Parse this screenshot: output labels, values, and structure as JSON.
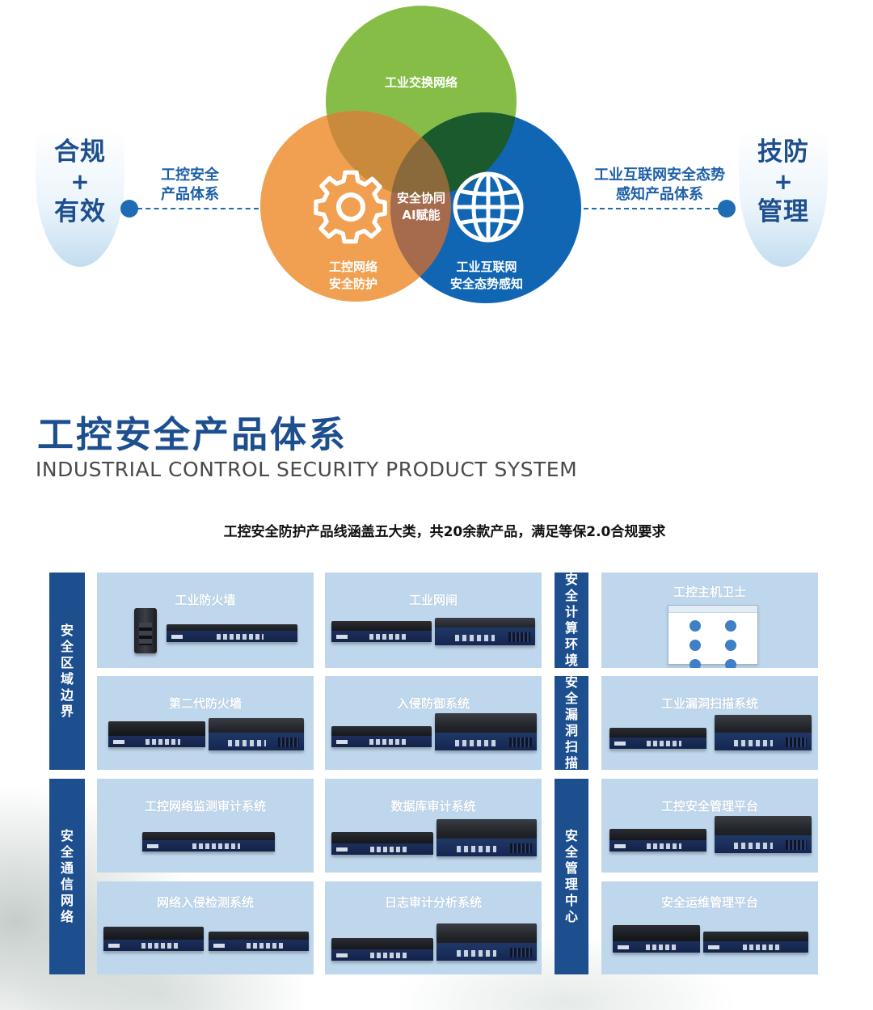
{
  "venn": {
    "top_label": "工业交换网络",
    "left_label": "工控网络\n安全防护",
    "right_label": "工业互联网\n安全态势感知",
    "center_label": "安全协同\nAI赋能",
    "colors": {
      "green": "#86bd47",
      "orange": "#f0a050",
      "blue": "#1166b4",
      "dark_green": "#1b5a2c"
    }
  },
  "left_emblem": {
    "top": "合规",
    "plus": "+",
    "bottom": "有效"
  },
  "right_emblem": {
    "top": "技防",
    "plus": "+",
    "bottom": "管理"
  },
  "left_connector_label": "工控安全\n产品体系",
  "right_connector_label": "工业互联网安全态势\n感知产品体系",
  "section": {
    "title_cn": "工控安全产品体系",
    "title_en": "INDUSTRIAL CONTROL SECURITY PRODUCT SYSTEM",
    "subtitle": "工控安全防护产品线涵盖五大类，共20余款产品，满足等保2.0合规要求"
  },
  "categories": {
    "boundary": "安全区域边界",
    "compute": "安全计算环境",
    "vuln_scan": "安全漏洞扫描",
    "comm_network": "安全通信网络",
    "mgmt_center": "安全管理中心"
  },
  "products": {
    "industrial_firewall": "工业防火墙",
    "industrial_gatekeeper": "工业网闸",
    "host_guard": "工控主机卫士",
    "ngfw": "第二代防火墙",
    "ips": "入侵防御系统",
    "vuln_scanner": "工业漏洞扫描系统",
    "network_audit": "工控网络监测审计系统",
    "db_audit": "数据库审计系统",
    "mgmt_platform": "工控安全管理平台",
    "ids": "网络入侵检测系统",
    "log_audit": "日志审计分析系统",
    "ops_platform": "安全运维管理平台"
  },
  "brand_color": "#1d4f8f",
  "cell_color": "#bfd7ec"
}
